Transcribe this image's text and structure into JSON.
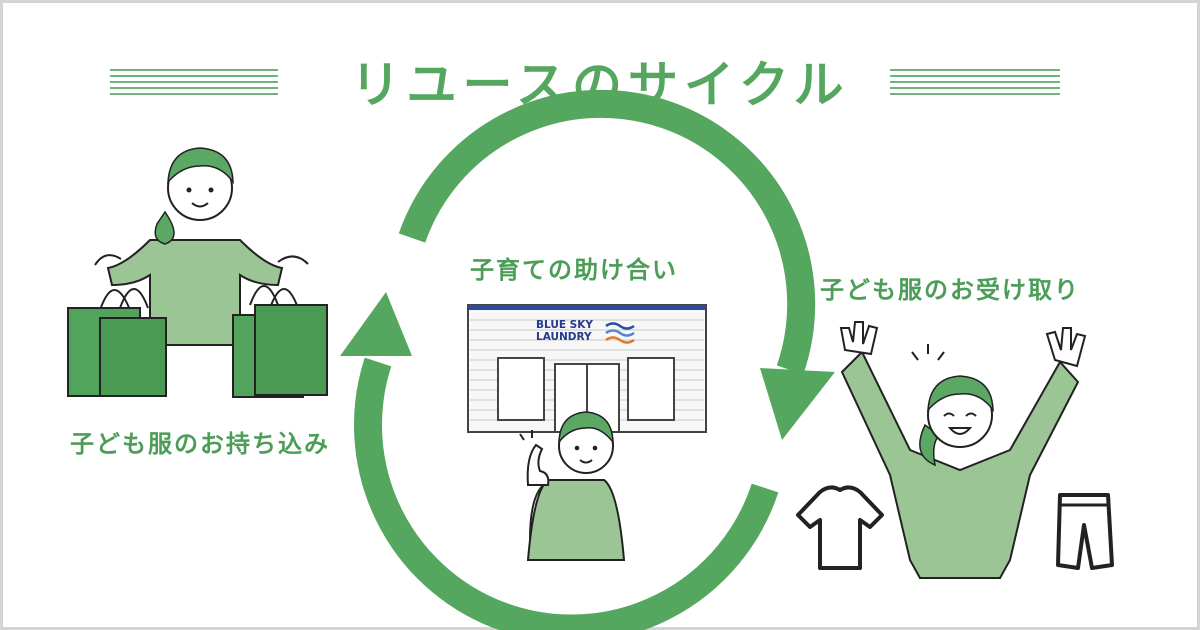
{
  "title": "リユースのサイクル",
  "steps": {
    "drop_off": "子ども服のお持ち込み",
    "mutual_help": "子育ての助け合い",
    "receive": "子ども服のお受け取り"
  },
  "store_sign": {
    "line1": "BLUE SKY",
    "line2": "LAUNDRY"
  },
  "colors": {
    "accent_green": "#55a75f",
    "figure_green": "#9cc595",
    "bag_green": "#52a45c",
    "sign_blue": "#2c4aa0",
    "sign_orange": "#e07a2c"
  }
}
